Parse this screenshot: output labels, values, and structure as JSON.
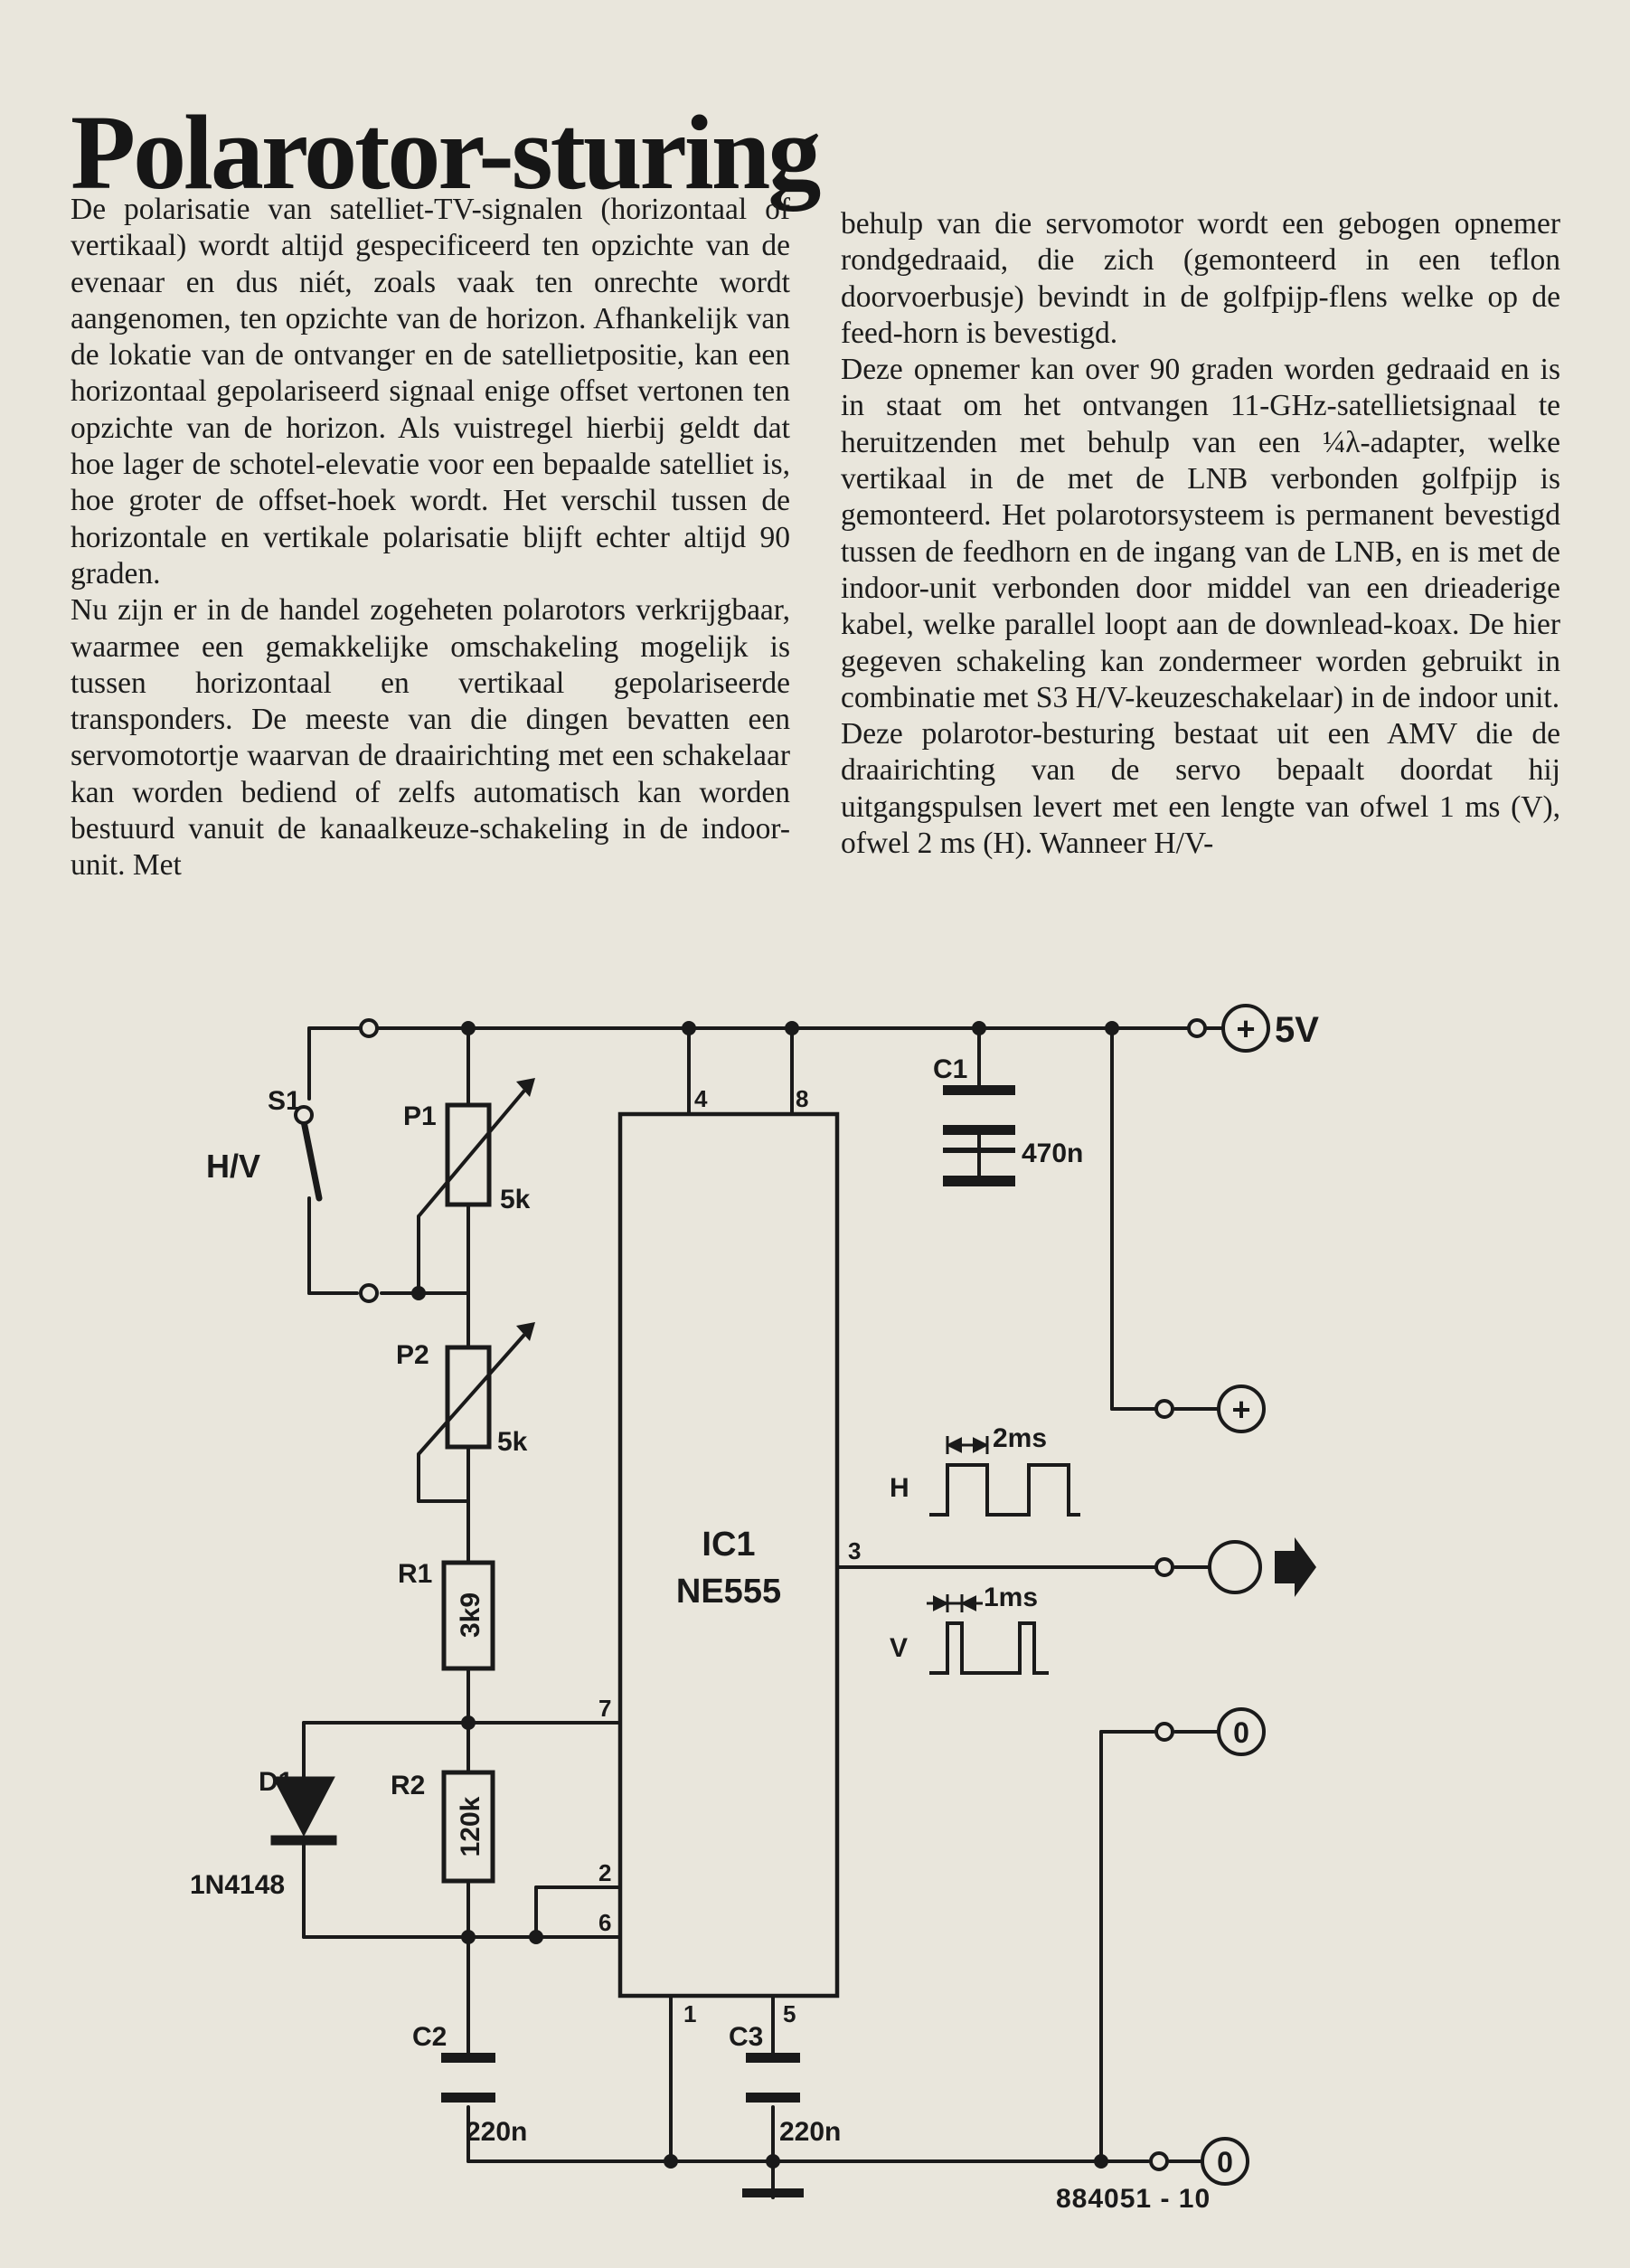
{
  "article": {
    "title": "Polarotor-sturing",
    "left_paragraphs": [
      "De polarisatie van satelliet-TV-signalen (horizontaal of vertikaal) wordt altijd gespecificeerd ten opzichte van de evenaar en dus niét, zoals vaak ten onrechte wordt aangenomen, ten opzichte van de horizon. Afhankelijk van de lokatie van de ontvanger en de satellietpositie, kan een horizontaal gepolariseerd signaal enige offset vertonen ten opzichte van de horizon. Als vuistregel hierbij geldt dat hoe lager de schotel-elevatie voor een bepaalde satelliet is, hoe groter de offset-hoek wordt. Het verschil tussen de horizontale en vertikale polarisatie blijft echter altijd 90 graden.",
      "Nu zijn er in de handel zogeheten polarotors verkrijgbaar, waarmee een gemakkelijke omschakeling mogelijk is tussen horizontaal en vertikaal gepolariseerde transponders. De meeste van die dingen bevatten een servomotortje waarvan de draairichting met een schakelaar kan worden bediend of zelfs automatisch kan worden bestuurd vanuit de kanaalkeuze-schakeling in de indoor-unit. Met"
    ],
    "right_paragraphs": [
      "behulp van die servomotor wordt een gebogen opnemer rondgedraaid, die zich (gemonteerd in een teflon doorvoerbusje) bevindt in de golfpijp-flens welke op de feed-horn is bevestigd.",
      "Deze opnemer kan over 90 graden worden gedraaid en is in staat om het ontvangen 11-GHz-satellietsignaal te heruitzenden met behulp van een ¼λ-adapter, welke vertikaal in de met de LNB verbonden golfpijp is gemonteerd. Het polarotorsysteem is permanent bevestigd tussen de feedhorn en de ingang van de LNB, en is met de indoor-unit verbonden door middel van een drieaderige kabel, welke parallel loopt aan de downlead-koax. De hier gegeven schakeling kan zondermeer worden gebruikt in combinatie met S3 H/V-keuzeschakelaar) in de indoor unit.",
      "Deze polarotor-besturing bestaat uit een AMV die de draairichting van de servo bepaalt doordat hij uitgangspulsen levert met een lengte van ofwel 1 ms (V), ofwel 2 ms (H). Wanneer H/V-"
    ]
  },
  "schematic": {
    "s1_label": "S1",
    "s1_function": "H/V",
    "p1_label": "P1",
    "p1_value": "5k",
    "p2_label": "P2",
    "p2_value": "5k",
    "r1_label": "R1",
    "r1_value": "3k9",
    "r2_label": "R2",
    "r2_value": "120k",
    "d1_label": "D1",
    "d1_value": "1N4148",
    "c1_label": "C1",
    "c1_value": "470n",
    "c2_label": "C2",
    "c2_value": "220n",
    "c3_label": "C3",
    "c3_value": "220n",
    "ic_label": "IC1",
    "ic_type": "NE555",
    "pin_4": "4",
    "pin_8": "8",
    "pin_7": "7",
    "pin_2": "2",
    "pin_6": "6",
    "pin_1": "1",
    "pin_5": "5",
    "pin_3": "3",
    "supply_symbol": "+",
    "supply_label": "5V",
    "servo_plus_symbol": "+",
    "gnd_symbol_1": "0",
    "gnd_symbol_2": "0",
    "pulse_h_label": "H",
    "pulse_h_width": "2ms",
    "pulse_v_label": "V",
    "pulse_v_width": "1ms"
  },
  "footer": {
    "code": "884051 - 10"
  }
}
